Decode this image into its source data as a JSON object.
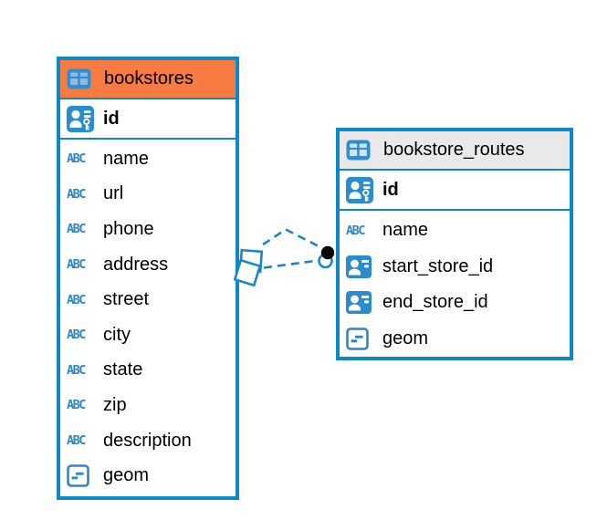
{
  "diagram": {
    "tables": [
      {
        "name": "bookstores",
        "header_color": "#f87b42",
        "icon": "table",
        "icon_cell_color": "#93b9de",
        "primary_key": {
          "name": "id",
          "type_icon": "primary-key"
        },
        "columns": [
          {
            "name": "name",
            "type_icon": "text"
          },
          {
            "name": "url",
            "type_icon": "text"
          },
          {
            "name": "phone",
            "type_icon": "text"
          },
          {
            "name": "address",
            "type_icon": "text"
          },
          {
            "name": "street",
            "type_icon": "text"
          },
          {
            "name": "city",
            "type_icon": "text"
          },
          {
            "name": "state",
            "type_icon": "text"
          },
          {
            "name": "zip",
            "type_icon": "text"
          },
          {
            "name": "description",
            "type_icon": "text"
          },
          {
            "name": "geom",
            "type_icon": "geometry"
          }
        ]
      },
      {
        "name": "bookstore_routes",
        "header_color": "#e9e9e9",
        "icon": "table",
        "icon_cell_color": "#cfe4f4",
        "primary_key": {
          "name": "id",
          "type_icon": "primary-key"
        },
        "columns": [
          {
            "name": "name",
            "type_icon": "text"
          },
          {
            "name": "start_store_id",
            "type_icon": "reference"
          },
          {
            "name": "end_store_id",
            "type_icon": "reference"
          },
          {
            "name": "geom",
            "type_icon": "geometry"
          }
        ]
      }
    ],
    "relationship": {
      "from_table": "bookstores",
      "to_table": "bookstore_routes",
      "line_style": "dashed",
      "line_color": "#1b85c8",
      "from_marker": "overlapping-squares",
      "to_marker": "stacked-circles"
    },
    "icon_labels": {
      "text_type": "ABC"
    },
    "colors": {
      "table_border": "#0e87c8",
      "header_orange": "#f87b42",
      "header_gray": "#e9e9e9",
      "icon_blue": "#2b8ccd",
      "connector_blue": "#1b85c8",
      "text": "#000000",
      "canvas_bg": "#ffffff"
    }
  }
}
